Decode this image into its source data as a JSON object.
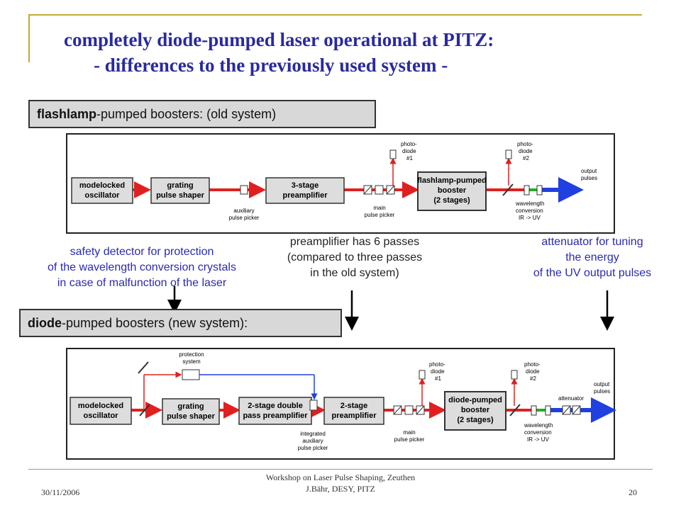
{
  "title": {
    "line1": "completely diode-pumped laser operational at PITZ:",
    "line2": "- differences to the previously used system -"
  },
  "old_label": {
    "bold": "flashlamp",
    "rest": "-pumped boosters: (old system)"
  },
  "new_label": {
    "bold": "diode",
    "rest": "-pumped boosters (new system):"
  },
  "old_diagram": {
    "oscillator": [
      "modelocked",
      "oscillator"
    ],
    "shaper": [
      "grating",
      "pulse shaper"
    ],
    "preamp": [
      "3-stage",
      "preamplifier"
    ],
    "booster": [
      "flashlamp-pumped",
      "booster",
      "(2 stages)"
    ],
    "aux_picker": [
      "auxiliary",
      "pulse picker"
    ],
    "main_picker": [
      "main",
      "pulse picker"
    ],
    "pd1": [
      "photo-",
      "diode",
      "#1"
    ],
    "pd2": [
      "photo-",
      "diode",
      "#2"
    ],
    "conversion": [
      "wavelength",
      "conversion",
      "IR -> UV"
    ],
    "output": [
      "output",
      "pulses"
    ]
  },
  "new_diagram": {
    "protection": [
      "protection",
      "system"
    ],
    "oscillator": [
      "modelocked",
      "oscillator"
    ],
    "shaper": [
      "grating",
      "pulse shaper"
    ],
    "preamp1": [
      "2-stage double",
      "pass preamplifier"
    ],
    "preamp2": [
      "2-stage",
      "preamplifier"
    ],
    "booster": [
      "diode-pumped",
      "booster",
      "(2 stages)"
    ],
    "int_picker": [
      "integrated",
      "auxiliary",
      "pulse picker"
    ],
    "main_picker": [
      "main",
      "pulse picker"
    ],
    "pd1": [
      "photo-",
      "diode",
      "#1"
    ],
    "pd2": [
      "photo-",
      "diode",
      "#2"
    ],
    "attenuator": "attenuator",
    "conversion": [
      "wavelength",
      "conversion",
      "IR -> UV"
    ],
    "output": [
      "output",
      "pulses"
    ]
  },
  "notes": {
    "safety": [
      "safety detector for protection",
      "of the wavelength conversion crystals",
      "in case of malfunction of the laser"
    ],
    "preamp": [
      "preamplifier has 6 passes",
      "(compared to three passes",
      "in the old system)"
    ],
    "attenuator": [
      "attenuator for tuning",
      "the energy",
      "of the UV output pulses"
    ]
  },
  "footer": {
    "date": "30/11/2006",
    "workshop": "Workshop on Laser Pulse Shaping, Zeuthen",
    "author": "J.Bähr, DESY, PITZ",
    "page": "20"
  },
  "colors": {
    "beam_ir": "#e02020",
    "beam_uv": "#2040e0",
    "beam_green": "#20b020",
    "title": "#2a2aa0",
    "note": "#2a2ab0",
    "accent": "#c8a832"
  }
}
